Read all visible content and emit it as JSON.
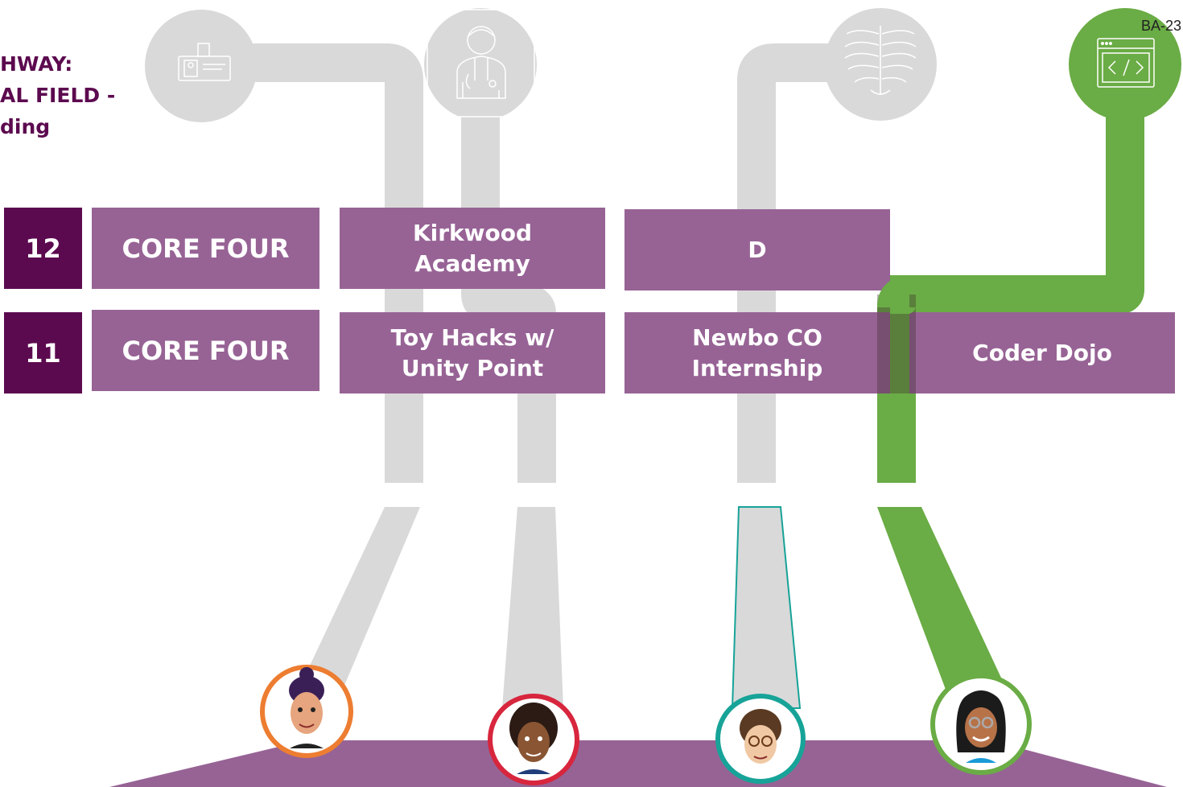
{
  "title_lines": [
    "HWAY:",
    "AL FIELD -",
    "ding"
  ],
  "doc_code": "BA-23",
  "grade_12": {
    "grade": "12",
    "core": "CORE FOUR",
    "col1": [
      "Kirkwood",
      "Academy"
    ],
    "col2": "D"
  },
  "grade_11": {
    "grade": "11",
    "core": "CORE FOUR",
    "col1": [
      "Toy Hacks w/",
      "Unity Point"
    ],
    "col2": [
      "Newbo CO",
      "Internship"
    ],
    "col3": "Coder Dojo"
  },
  "icons": [
    "id-badge-icon",
    "doctor-icon",
    "ribcage-xray-icon",
    "code-window-icon"
  ],
  "avatars": [
    {
      "name": "avatar-purple-hair-bun",
      "ring": "#ed7d31"
    },
    {
      "name": "avatar-locs",
      "ring": "#d7263d"
    },
    {
      "name": "avatar-glasses-brown-hair",
      "ring": "#17a398"
    },
    {
      "name": "avatar-glasses-long-hair",
      "ring": "#6aac45"
    }
  ],
  "colors": {
    "dark_purple": "#5c0a4f",
    "box_purple": "#976395",
    "path_gray": "#d9d9d9",
    "path_green": "#6aac45"
  }
}
